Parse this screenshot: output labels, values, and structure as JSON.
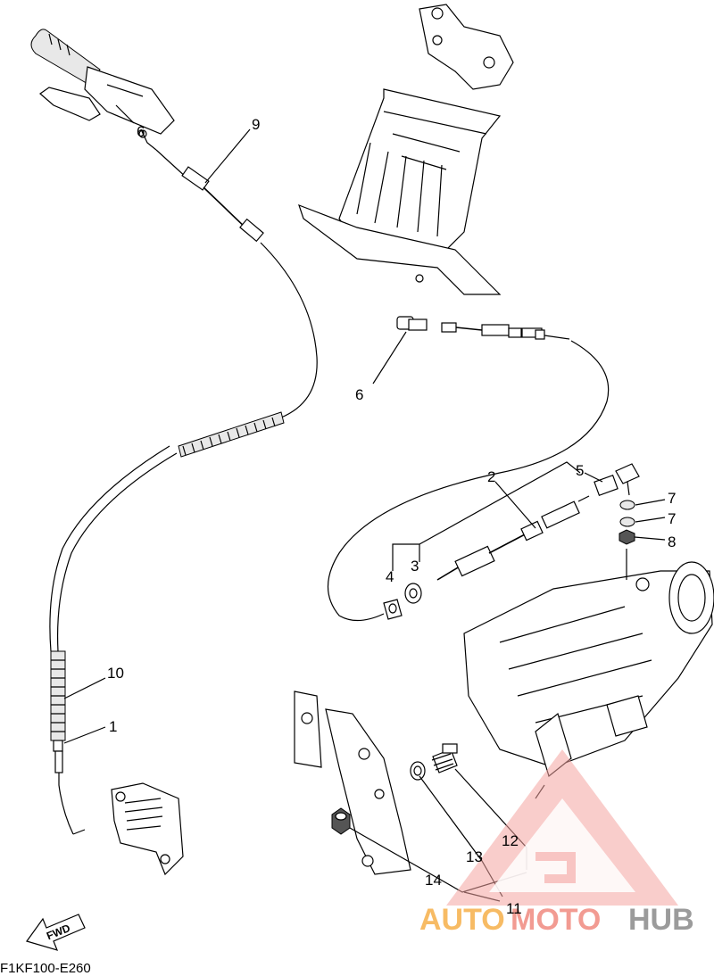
{
  "callouts": {
    "c1": "1",
    "c2": "2",
    "c3": "3",
    "c4": "4",
    "c5": "5",
    "c6": "6",
    "c6b": "6",
    "c7a": "7",
    "c7b": "7",
    "c8": "8",
    "c9": "9",
    "c10": "10",
    "c11": "11",
    "c12": "12",
    "c13": "13",
    "c14": "14"
  },
  "fwd_label": "FWD",
  "diagram_code": "F1KF100-E260",
  "watermark": {
    "part1": "AUTO",
    "part2": "MOTO",
    "part3": "HUB",
    "colors": {
      "orange": "#f6b04a",
      "red": "#f08a80",
      "gray": "#8a8a8a"
    }
  }
}
